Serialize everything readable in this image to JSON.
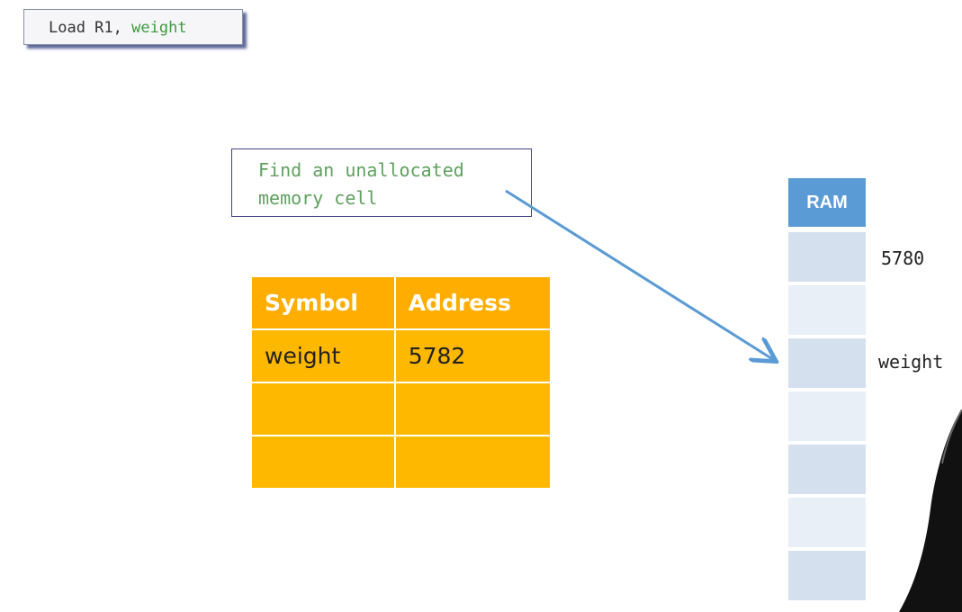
{
  "instruction": {
    "op": "Load R1,",
    "operand": "weight"
  },
  "note": {
    "line1": "Find an unallocated",
    "line2": "memory cell"
  },
  "symbol_table": {
    "headers": [
      "Symbol",
      "Address"
    ],
    "rows": [
      [
        "weight",
        "5782"
      ],
      [
        "",
        ""
      ],
      [
        "",
        ""
      ]
    ]
  },
  "ram": {
    "title": "RAM",
    "labels": {
      "first_address": "5780",
      "allocated_symbol": "weight"
    }
  },
  "colors": {
    "table": "#ffb800",
    "ram_header": "#5b9bd5",
    "arrow": "#5b9bd5",
    "operand": "#3d9a3d"
  }
}
